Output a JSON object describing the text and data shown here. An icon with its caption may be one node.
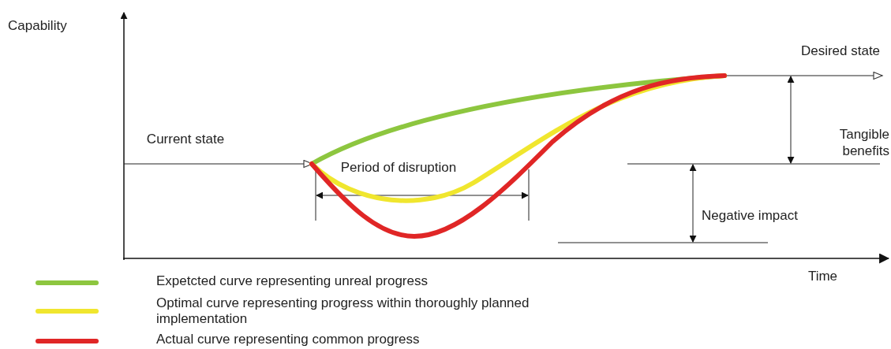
{
  "diagram": {
    "labels": [
      "Capability",
      "Current state",
      "Desired state",
      "Period of disruption",
      "Tangible benefits",
      "Negative impact",
      "Time"
    ],
    "legend": [
      {
        "text": "Expetcted curve representing unreal progress",
        "color": "#8dc63f"
      },
      {
        "text": "Optimal curve representing progress within thoroughly planned implementation",
        "color": "#f0e62e"
      },
      {
        "text": "Actual curve representing common progress",
        "color": "#e02626"
      }
    ]
  }
}
